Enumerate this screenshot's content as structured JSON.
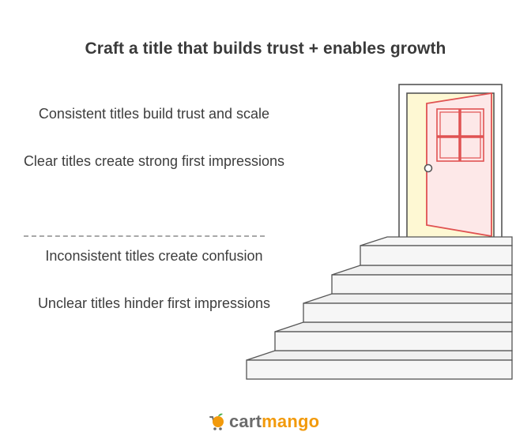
{
  "title": "Craft a title that builds trust + enables growth",
  "positive": [
    "Consistent titles build trust and scale",
    "Clear titles create strong first impressions"
  ],
  "negative": [
    "Inconsistent titles create confusion",
    "Unclear titles hinder first impressions"
  ],
  "brand": {
    "part1": "cart",
    "part2": "mango"
  },
  "colors": {
    "door_frame_fill": "#fef8d3",
    "door_fill": "#fde8e8",
    "door_stroke": "#e05252",
    "step_fill": "#f6f6f6",
    "step_stroke": "#555555",
    "brand_orange": "#f29a0c",
    "brand_gray": "#6b6b6b"
  }
}
